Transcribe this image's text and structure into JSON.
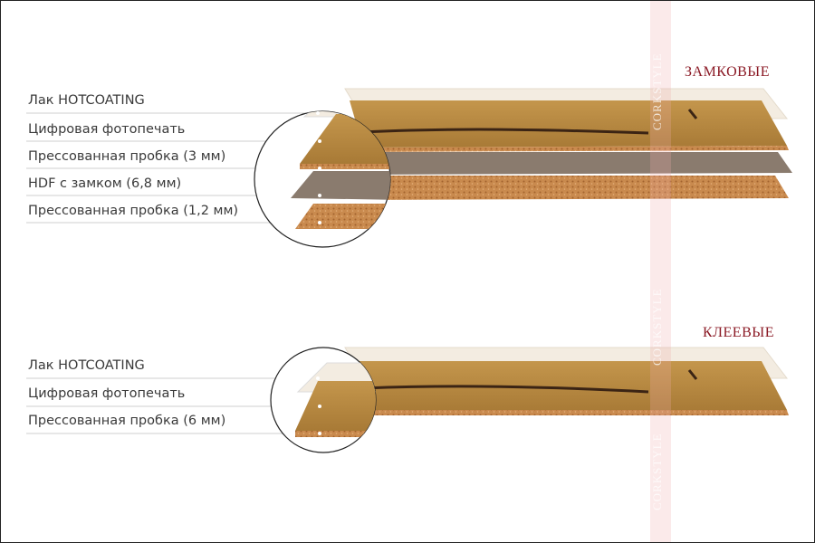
{
  "sections": [
    {
      "title": "ЗАМКОВЫЕ",
      "layers": [
        "Лак HOTCOATING",
        "Цифровая фотопечать",
        "Прессованная пробка (3 мм)",
        "HDF с замком (6,8 мм)",
        "Прессованная пробка (1,2 мм)"
      ]
    },
    {
      "title": "КЛЕЕВЫЕ",
      "layers": [
        "Лак HOTCOATING",
        "Цифровая фотопечать",
        "Прессованная пробка (6 мм)"
      ]
    }
  ],
  "watermark": "CORKSTYLE",
  "colors": {
    "title": "#8b1a25",
    "wood": "#b8893f",
    "hdf": "#8a7b6e",
    "cork": "#c98a4e",
    "lacquer": "#f3ece1"
  }
}
